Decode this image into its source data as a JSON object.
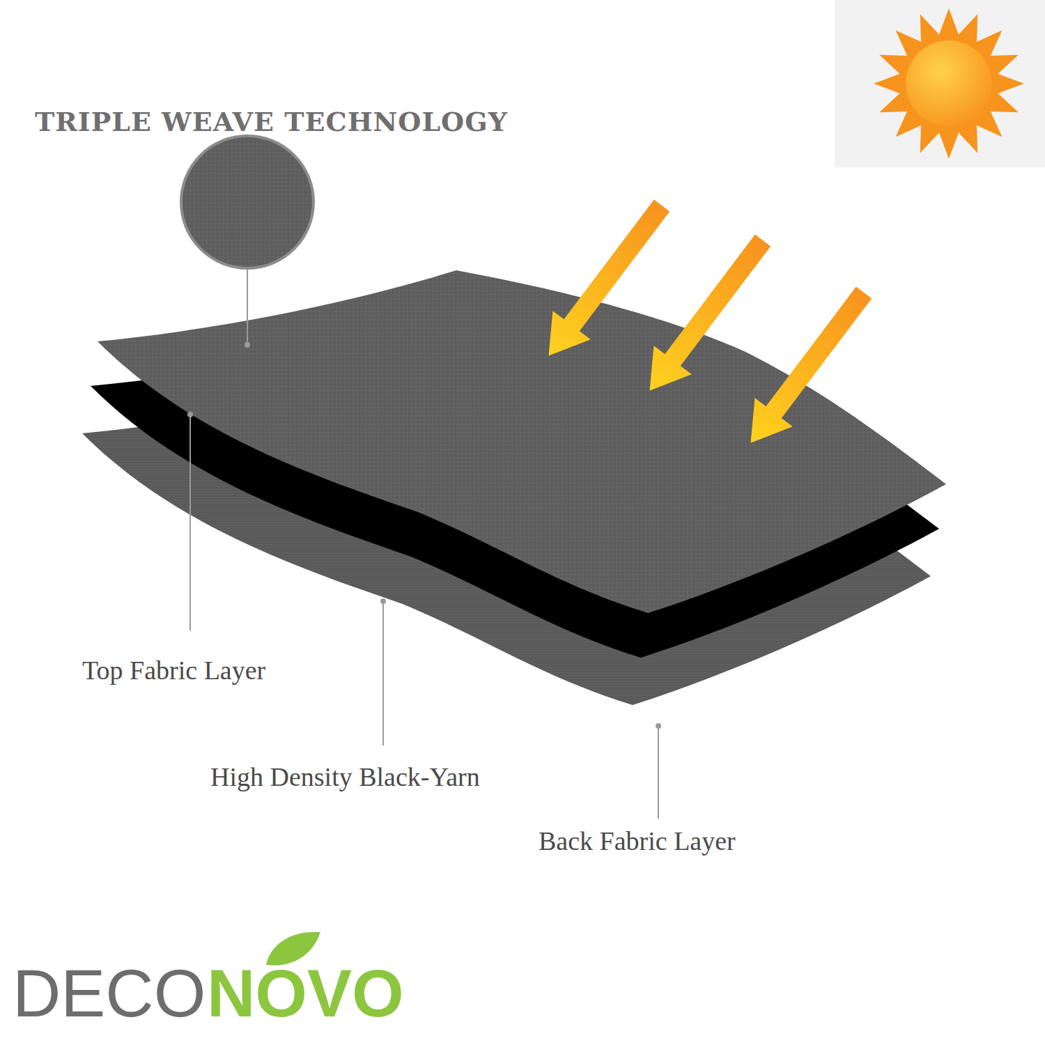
{
  "diagram": {
    "title": "TRIPLE WEAVE TECHNOLOGY",
    "labels": [
      "Top Fabric Layer",
      "High Density Black-Yarn",
      "Back Fabric Layer",
      "DECO",
      "NOVO"
    ]
  }
}
